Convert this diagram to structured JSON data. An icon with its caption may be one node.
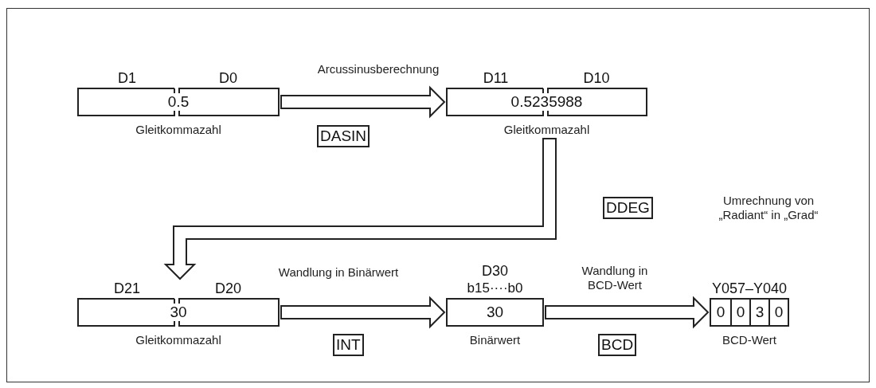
{
  "diagram": {
    "nodes": [
      {
        "text": [
          "D1",
          "D0",
          "0.5"
        ],
        "beside": [
          "Gleitkommazahl"
        ]
      },
      {
        "text": [
          "D11",
          "D10",
          "0.5235988"
        ],
        "beside": [
          "Gleitkommazahl"
        ]
      },
      {
        "text": [
          "D21",
          "D20",
          "30"
        ],
        "beside": [
          "Gleitkommazahl"
        ]
      },
      {
        "text": [
          "D30",
          "b15····b0",
          "30"
        ],
        "beside": [
          "Binärwert"
        ]
      },
      {
        "text": [
          "Y057–Y040"
        ],
        "beside": [
          "BCD-Wert"
        ]
      },
      {
        "text": [
          "0"
        ],
        "in": 4
      },
      {
        "text": [
          "0"
        ],
        "in": 4
      },
      {
        "text": [
          "3"
        ],
        "in": 4
      },
      {
        "text": [
          "0"
        ],
        "in": 4
      }
    ],
    "edges": [
      {
        "from": 0,
        "to": 1,
        "arrow": "to",
        "label": "DASIN"
      },
      {
        "from": 1,
        "to": 2,
        "arrow": "to"
      },
      {
        "from": 2,
        "to": 3,
        "arrow": "to",
        "label": "INT"
      },
      {
        "from": 3,
        "to": 4,
        "arrow": "to",
        "label": "BCD"
      }
    ],
    "labels": [
      "Arcussinusberechnung",
      "DDEG",
      "Umrechnung von „Radiant“ in „Grad“",
      "Wandlung in Binärwert",
      "Wandlung in BCD-Wert"
    ]
  }
}
